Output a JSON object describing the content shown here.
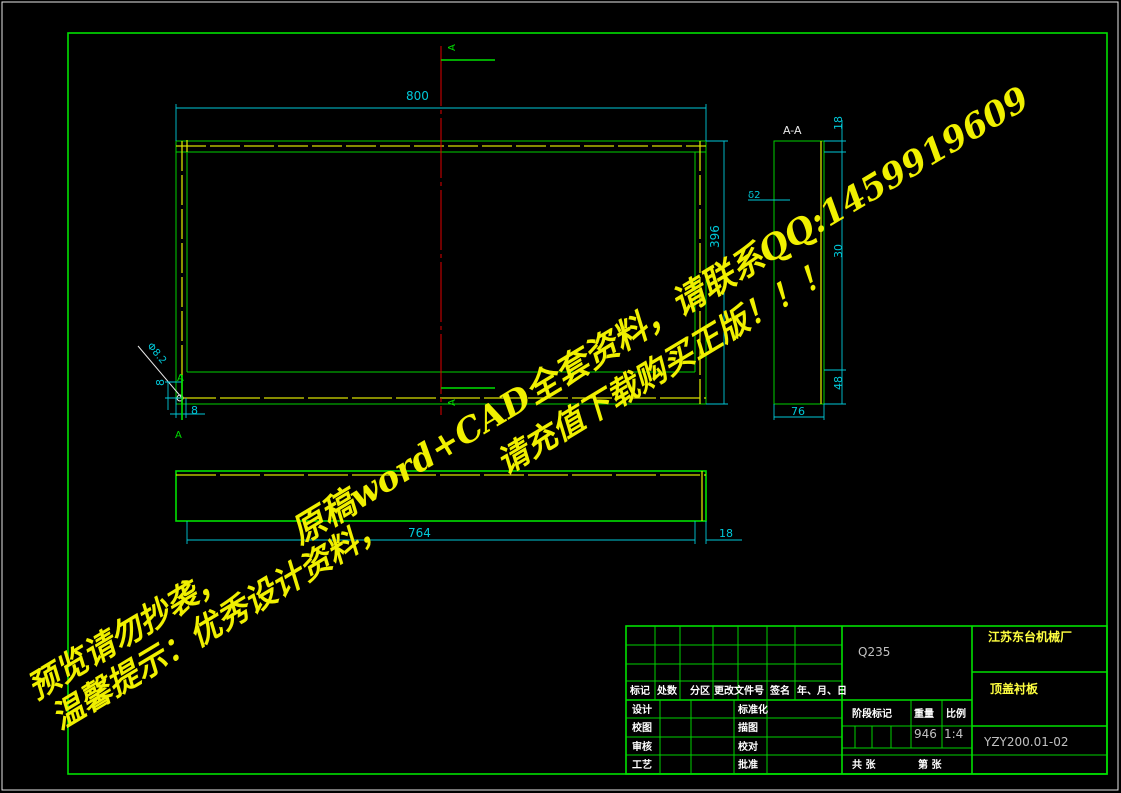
{
  "section_marks": {
    "top_a": "A",
    "bottom_a": "A",
    "left_a_top": "A",
    "left_a_bottom": "A",
    "section_title": "A-A"
  },
  "dimensions": {
    "width_800": "800",
    "height_396": "396",
    "width_764": "764",
    "thickness_18_bottom": "18",
    "side_18": "18",
    "side_2": "δ2",
    "side_30": "30",
    "side_48": "48",
    "side_76": "76",
    "dia": "Φ8.2",
    "left_8_v": "8",
    "left_8_h": "8"
  },
  "title_block": {
    "material": "Q235",
    "company": "江苏东台机械厂",
    "part_name": "顶盖衬板",
    "drawing_no": "YZY200.01-02",
    "weight": "946",
    "scale": "1:4",
    "rev_labels": [
      "标记",
      "处数",
      "分区",
      "更改文件号",
      "签名",
      "年、月、日"
    ],
    "left_labels": [
      "设计",
      "校图",
      "审核",
      "工艺"
    ],
    "mid_labels": [
      "标准化",
      "描图",
      "校对",
      "批准"
    ],
    "stage_label": "阶段标记",
    "weight_label": "重量",
    "scale_label": "比例",
    "sheets_label": "共  张",
    "sheet_label": "第  张"
  },
  "watermark": {
    "line1": "原稿word+CAD全套资料，请联系QQ:1459919609",
    "line2": "预览请勿抄袭，",
    "line3": "请充值下载购买正版！！！",
    "line4": "温馨提示：优秀设计资料，"
  }
}
